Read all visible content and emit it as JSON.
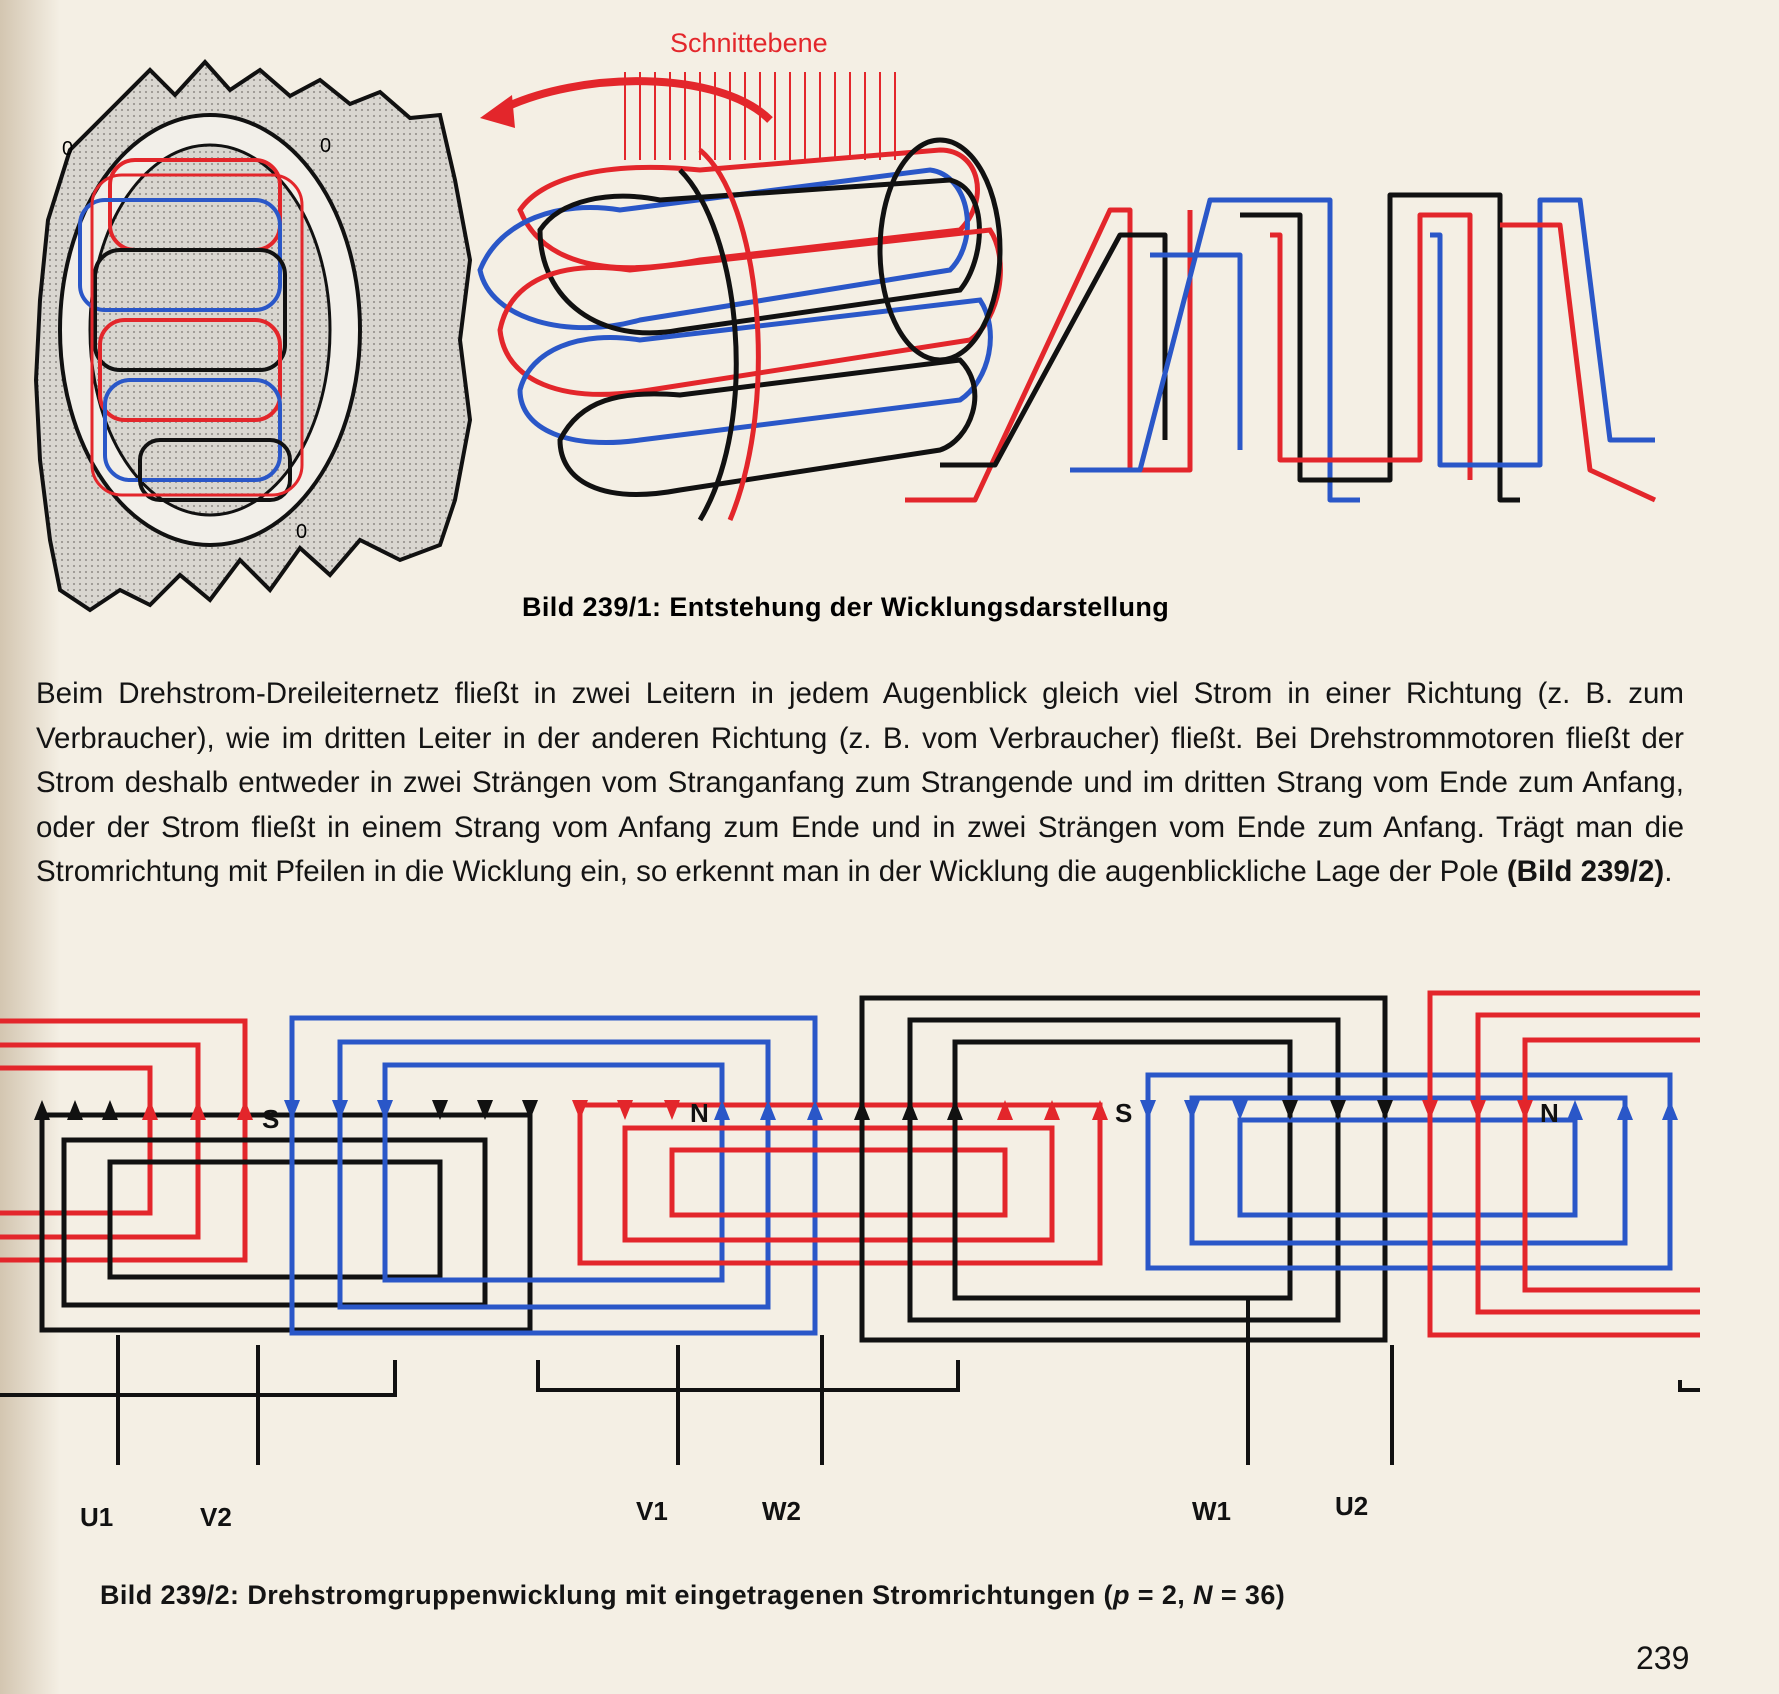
{
  "figure1": {
    "section_label": "Schnittebene",
    "caption": "Bild 239/1: Entstehung der Wicklungsdarstellung"
  },
  "body_text": {
    "main": "Beim Drehstrom-Dreileiternetz fließt in zwei Leitern in jedem Augenblick gleich viel Strom in einer Richtung (z. B. zum Verbraucher), wie im dritten Leiter in der anderen Richtung (z. B. vom Verbraucher) fließt. Bei Drehstrommotoren fließt der Strom deshalb entweder in zwei Strängen vom Stranganfang zum Strangende und im dritten Strang vom Ende zum Anfang, oder der Strom fließt in einem Strang vom Anfang zum Ende und in zwei Strängen vom Ende zum Anfang. Trägt man die Stromrichtung mit Pfeilen in die Wicklung ein, so erkennt man in der Wicklung die augenblickliche Lage der Pole ",
    "reference": "(Bild 239/2)",
    "end": "."
  },
  "figure2": {
    "poles": [
      "S",
      "N",
      "S",
      "N"
    ],
    "terminals": [
      "U1",
      "V2",
      "V1",
      "W2",
      "W1",
      "U2"
    ],
    "caption_prefix": "Bild 239/2: Drehstromgruppenwicklung mit eingetragenen Stromrichtungen (",
    "caption_p": "p",
    "caption_p_value": " = 2, ",
    "caption_n": "N",
    "caption_n_value": " = 36)"
  },
  "phase_colors": {
    "U": "#e3262b",
    "V": "#2a57c8",
    "W": "#111111"
  },
  "page_number": "239"
}
